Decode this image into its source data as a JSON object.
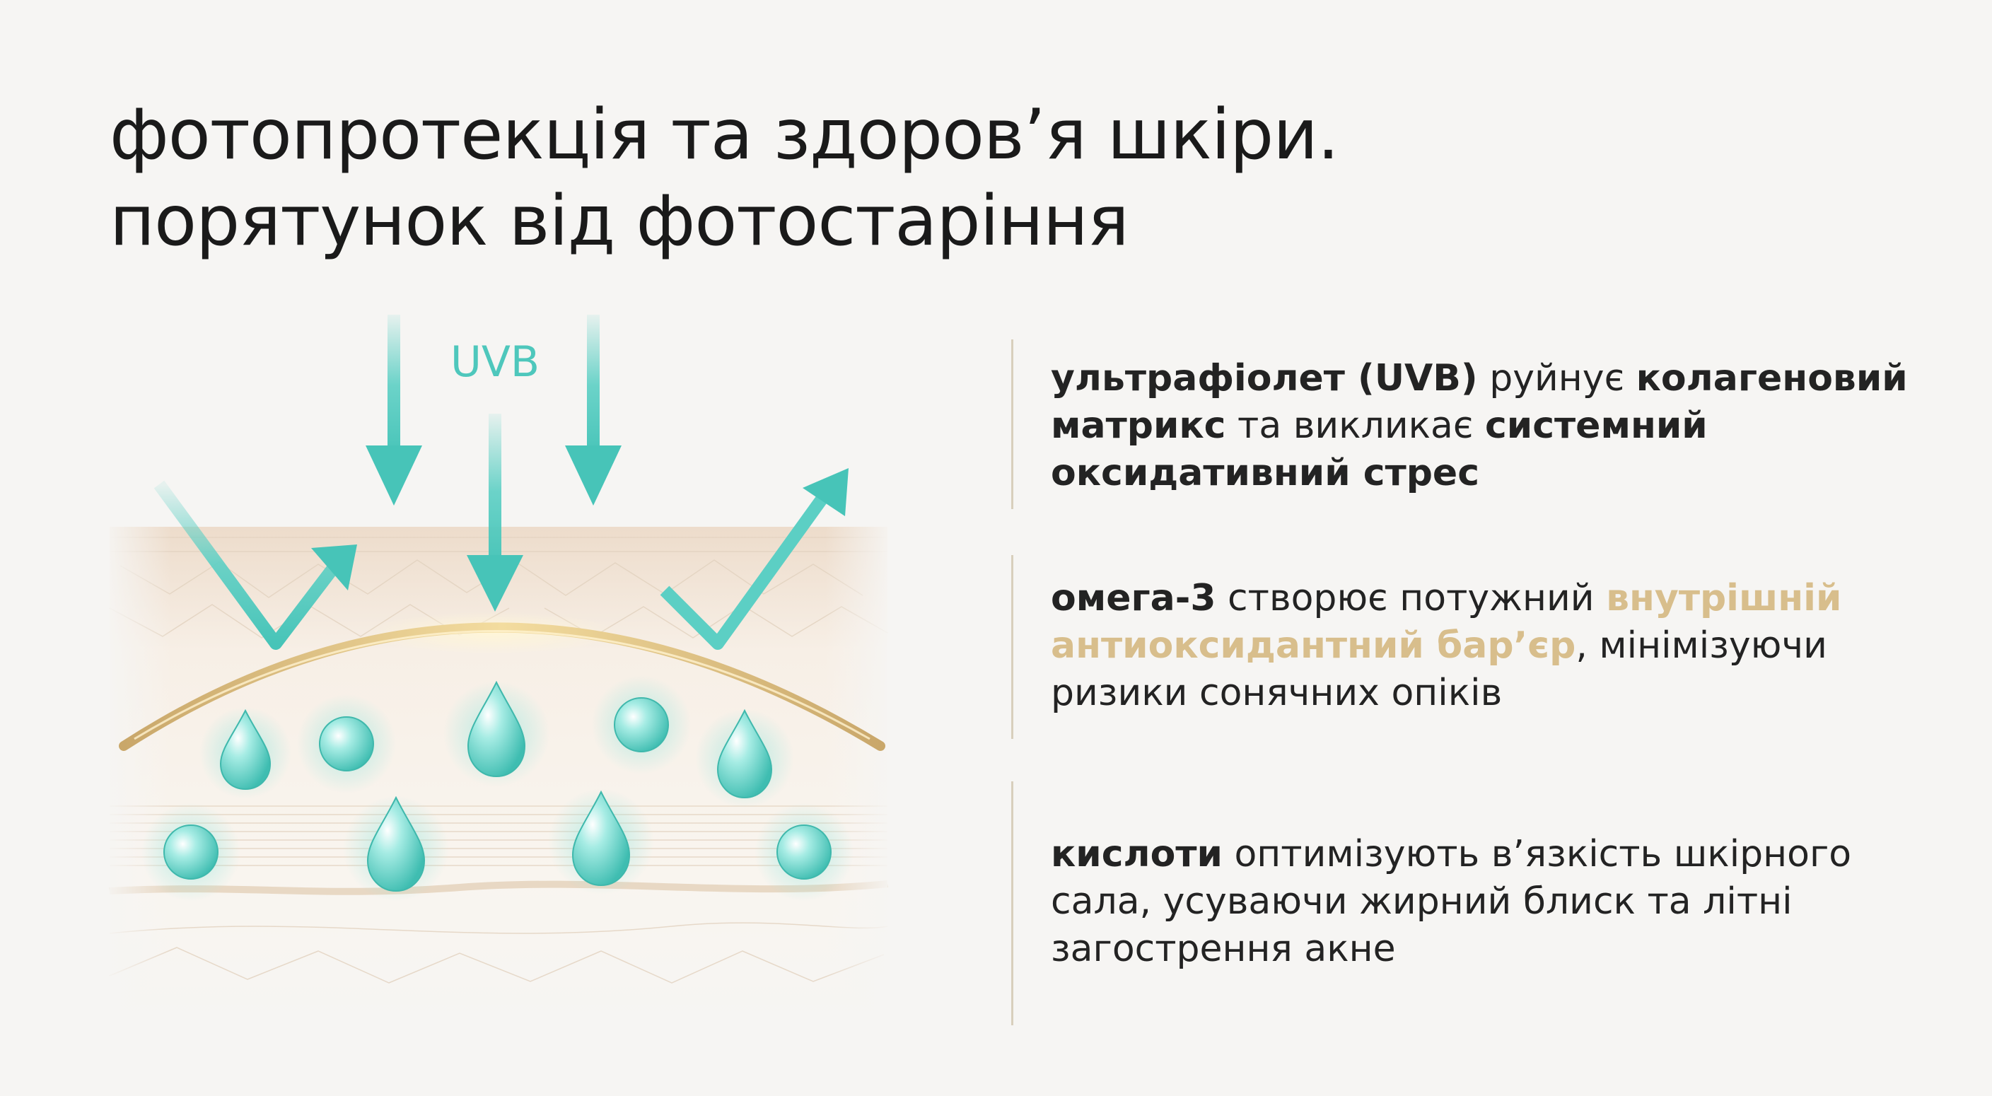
{
  "title": {
    "line1": "фотопротекція та здоров’я шкіри.",
    "line2": "порятунок від фотостаріння"
  },
  "diagram": {
    "uv_label": "UVB",
    "colors": {
      "teal": "#5ccfc4",
      "gold": "#d9b979",
      "skin": "#efe3d4"
    }
  },
  "points": [
    {
      "b1": "ультрафіолет (UVB)",
      "t1": " руйнує ",
      "b2": "колагеновий матрикс",
      "t2": " та викликає ",
      "b3": "системний оксидативний стрес"
    },
    {
      "b1": "омега-3",
      "t1": " створює потужний ",
      "g1": "внутрішній антиоксидантний бар’єр",
      "t2": ", мінімізуючи ризики сонячних опіків"
    },
    {
      "b1": "кислоти",
      "t1": " оптимізують в’язкість шкірного сала, усуваючи жирний блиск та літні загострення акне"
    }
  ]
}
